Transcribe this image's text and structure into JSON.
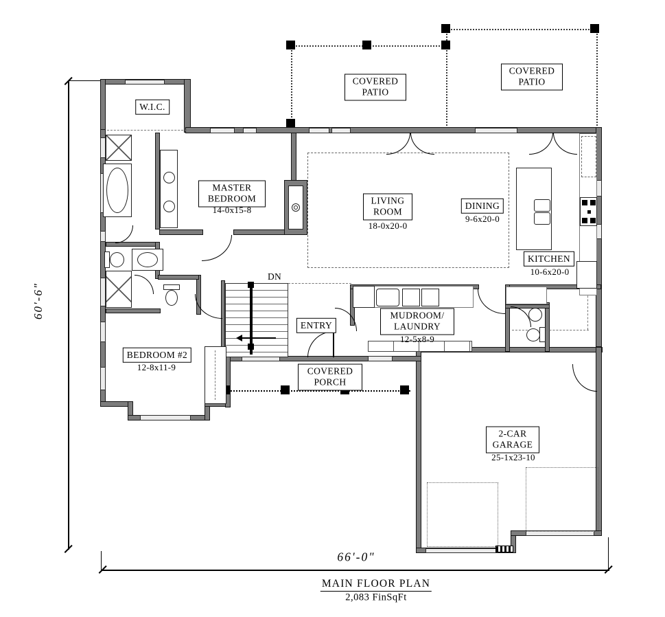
{
  "plan": {
    "title": "MAIN FLOOR PLAN",
    "area": "2,083 FinSqFt",
    "dim_left": "60'-6\"",
    "dim_bottom": "66'-0\"",
    "stairs": "DN"
  },
  "rooms": {
    "wic": {
      "label": "W.I.C."
    },
    "master": {
      "label": "MASTER BEDROOM",
      "dims": "14-0x15-8"
    },
    "living": {
      "label": "LIVING ROOM",
      "dims": "18-0x20-0"
    },
    "dining": {
      "label": "DINING",
      "dims": "9-6x20-0"
    },
    "kitchen": {
      "label": "KITCHEN",
      "dims": "10-6x20-0"
    },
    "patio_left": {
      "label": "COVERED PATIO"
    },
    "patio_right": {
      "label": "COVERED PATIO"
    },
    "entry": {
      "label": "ENTRY"
    },
    "mudroom": {
      "label": "MUDROOM/ LAUNDRY",
      "dims": "12-5x8-9"
    },
    "porch": {
      "label": "COVERED PORCH"
    },
    "bedroom2": {
      "label": "BEDROOM #2",
      "dims": "12-8x11-9"
    },
    "garage": {
      "label": "2-CAR GARAGE",
      "dims": "25-1x23-10"
    }
  },
  "colors": {
    "wall": "#7d7d7d",
    "line": "#1a1a1a",
    "window": "#ececec",
    "post": "#000000",
    "paper": "#ffffff"
  }
}
